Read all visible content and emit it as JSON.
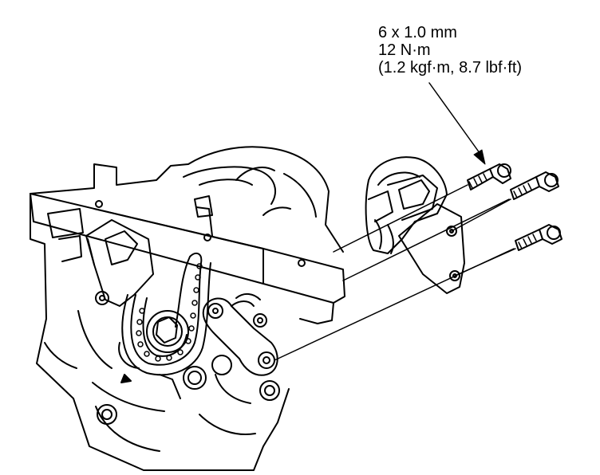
{
  "callout": {
    "thread_size": "6 x 1.0 mm",
    "torque_nm": "12 N·m",
    "torque_alt": "(1.2 kgf·m, 8.7 lbf·ft)"
  },
  "colors": {
    "ink": "#000000",
    "background": "#ffffff"
  }
}
